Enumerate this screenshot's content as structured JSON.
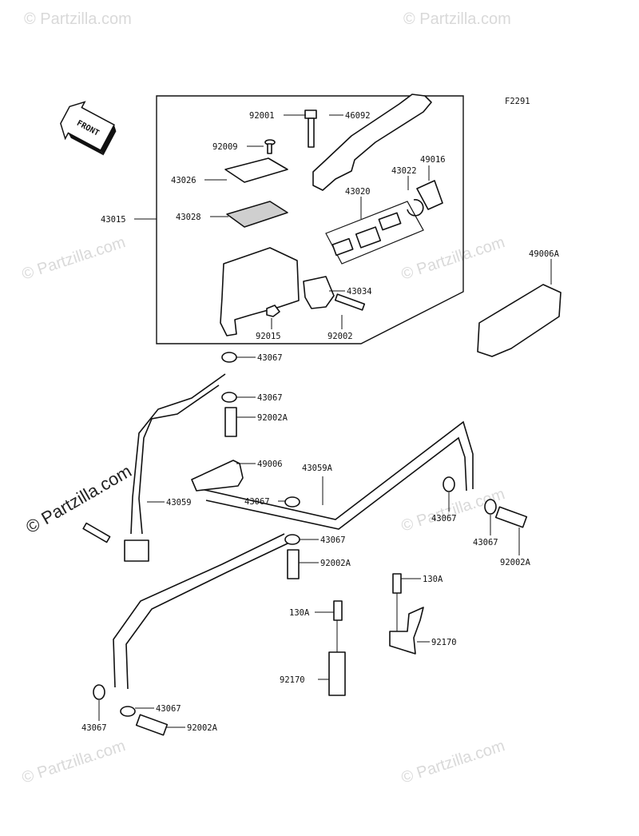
{
  "figure_code": "F2291",
  "front_label": "FRONT",
  "labels": {
    "l92001": "92001",
    "l46092": "46092",
    "l92009": "92009",
    "l43026": "43026",
    "l43022": "43022",
    "l49016": "49016",
    "l43020": "43020",
    "l43015": "43015",
    "l43028": "43028",
    "l49006A": "49006A",
    "l43034": "43034",
    "l92015": "92015",
    "l92002": "92002",
    "l43067_a": "43067",
    "l43067_b": "43067",
    "l92002A_a": "92002A",
    "l49006": "49006",
    "l43059A": "43059A",
    "l43059": "43059",
    "l43067_c": "43067",
    "l43067_d": "43067",
    "l43067_e": "43067",
    "l43067_f": "43067",
    "l92002A_b": "92002A",
    "l92002A_c": "92002A",
    "l130A_a": "130A",
    "l130A_b": "130A",
    "l92170_a": "92170",
    "l92170_b": "92170",
    "l43067_g": "43067",
    "l43067_h": "43067",
    "l92002A_d": "92002A"
  },
  "watermark": {
    "text": "© Partzilla.com",
    "diagonal_text": "© Partzilla.com"
  },
  "colors": {
    "line": "#111111",
    "watermark": "#d9d9d9",
    "background": "#ffffff"
  }
}
